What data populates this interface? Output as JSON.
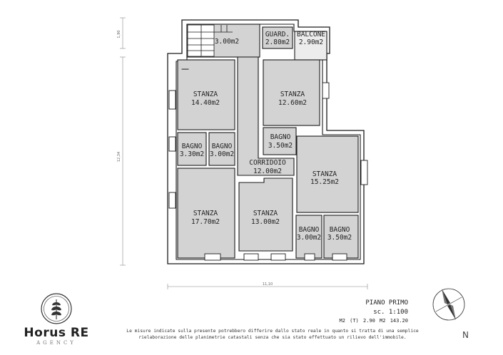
{
  "plan": {
    "rooms": [
      {
        "id": "stairs",
        "name": "",
        "area": "3.00m2"
      },
      {
        "id": "guard",
        "name": "GUARD.",
        "area": "2.80m2"
      },
      {
        "id": "balcone",
        "name": "BALCONE",
        "area": "2.90m2"
      },
      {
        "id": "stanza-nw",
        "name": "STANZA",
        "area": "14.40m2"
      },
      {
        "id": "stanza-ne",
        "name": "STANZA",
        "area": "12.60m2"
      },
      {
        "id": "bagno-c",
        "name": "BAGNO",
        "area": "3.50m2"
      },
      {
        "id": "bagno-w1",
        "name": "BAGNO",
        "area": "3.30m2"
      },
      {
        "id": "bagno-w2",
        "name": "BAGNO",
        "area": "3.00m2"
      },
      {
        "id": "corridoio",
        "name": "CORRIDOIO",
        "area": "12.00m2"
      },
      {
        "id": "stanza-e",
        "name": "STANZA",
        "area": "15.25m2"
      },
      {
        "id": "stanza-sw",
        "name": "STANZA",
        "area": "17.70m2"
      },
      {
        "id": "stanza-s",
        "name": "STANZA",
        "area": "13.00m2"
      },
      {
        "id": "bagno-se1",
        "name": "BAGNO",
        "area": "3.00m2"
      },
      {
        "id": "bagno-se2",
        "name": "BAGNO",
        "area": "3.50m2"
      }
    ],
    "dims": {
      "top": "1,90",
      "left": "12,34",
      "bottom": "11,10"
    }
  },
  "logo": {
    "name": "Horus RE",
    "sub": "AGENCY"
  },
  "info": {
    "floor": "PIANO PRIMO",
    "scale": "sc. 1:100",
    "m2": "M2 (T) 2.90    M2 143.20"
  },
  "disclaimer": "Le misure indicate sulla presente potrebbero differire dallo stato reale in quanto si tratta di una semplice rielaborazione delle planimetrie catastali senza che sia stato effettuato un rilievo dell'immobile.",
  "compass_label": "N",
  "colors": {
    "room": "#d3d3d3",
    "wall": "#ffffff",
    "outline": "#1a1a1a"
  }
}
